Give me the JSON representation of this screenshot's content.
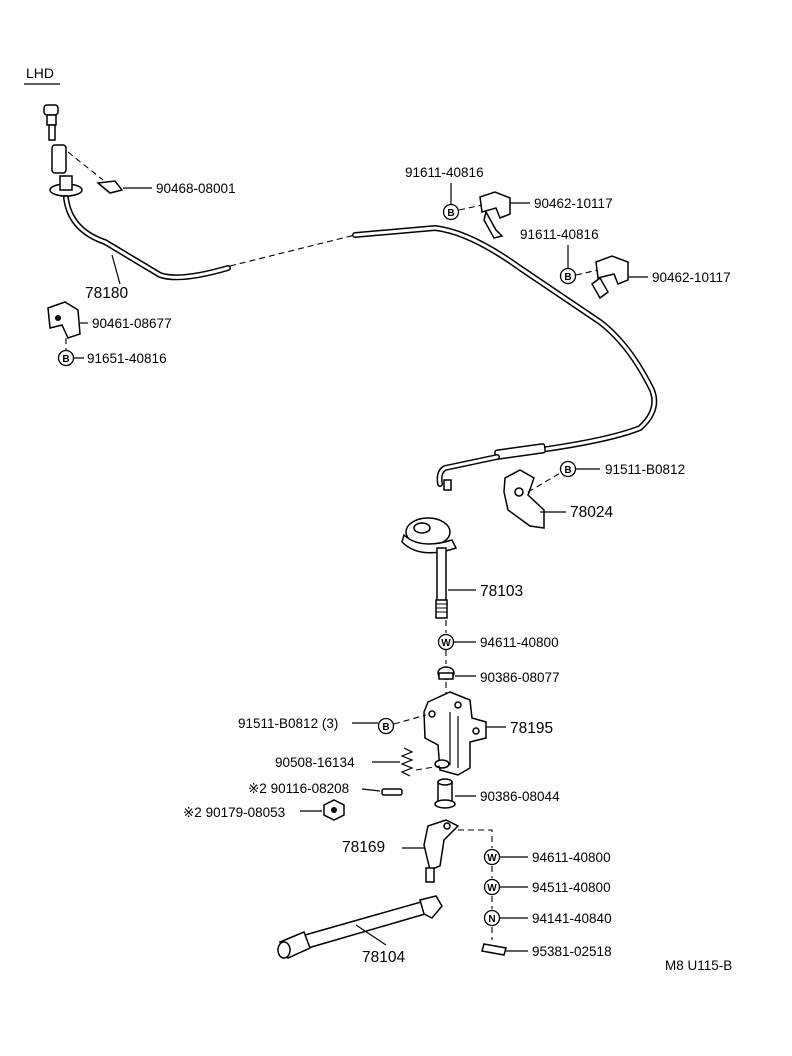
{
  "header": {
    "variant": "LHD"
  },
  "footer": {
    "code": "M8 U115-B"
  },
  "badges": {
    "bolt": "B",
    "washer": "W",
    "nut": "N"
  },
  "labels": {
    "p90468_08001": "90468-08001",
    "p78180": "78180",
    "p90461_08677": "90461-08677",
    "p91651_40816": "91651-40816",
    "p91611_40816_a": "91611-40816",
    "p90462_10117_a": "90462-10117",
    "p91611_40816_b": "91611-40816",
    "p90462_10117_b": "90462-10117",
    "p91511_B0812": "91511-B0812",
    "p78024": "78024",
    "p78103": "78103",
    "p94611_40800_a": "94611-40800",
    "p90386_08077": "90386-08077",
    "p91511_B0812_3": "91511-B0812 (3)",
    "p78195": "78195",
    "p90508_16134": "90508-16134",
    "p90116_08208": "※2 90116-08208",
    "p90179_08053": "※2 90179-08053",
    "p90386_08044": "90386-08044",
    "p78169": "78169",
    "p94611_40800_b": "94611-40800",
    "p94511_40800": "94511-40800",
    "p94141_40840": "94141-40840",
    "p95381_02518": "95381-02518",
    "p78104": "78104"
  }
}
